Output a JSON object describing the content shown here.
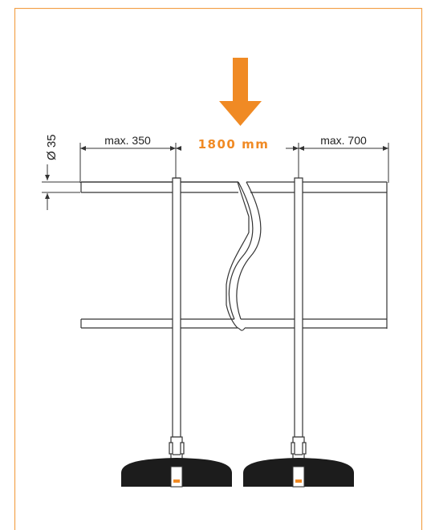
{
  "dimensions": {
    "diameter": "Ø 35",
    "left_overhang": "max. 350",
    "span": "1800 mm",
    "right_overhang": "max. 700"
  },
  "colors": {
    "accent": "#f08a24",
    "frame_border": "#f3a24b",
    "line": "#333333",
    "base": "#1c1c1c"
  },
  "icons": {
    "load_arrow": "arrow-down-icon"
  }
}
